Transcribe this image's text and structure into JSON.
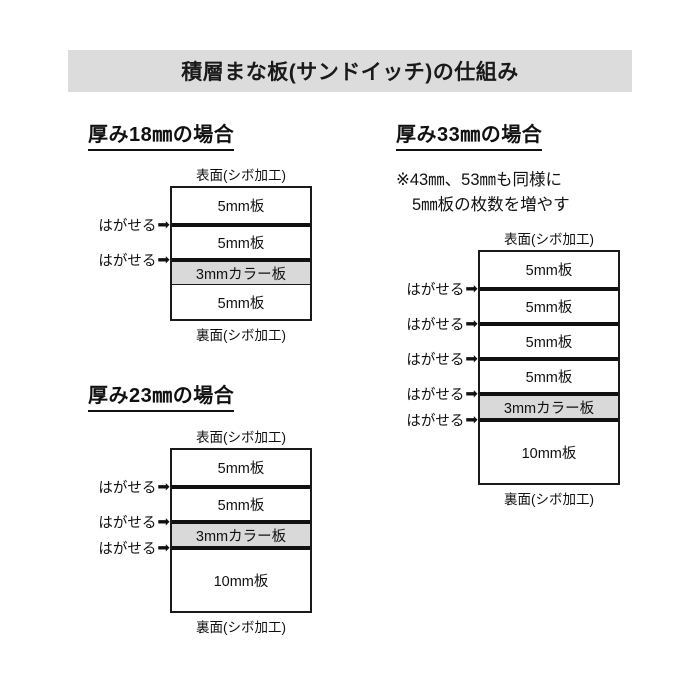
{
  "title": "積層まな板(サンドイッチ)の仕組み",
  "labels": {
    "front_face": "表面(シボ加工)",
    "back_face": "裏面(シボ加工)",
    "peel": "はがせる",
    "arrow_glyph": "➡"
  },
  "sections": [
    {
      "id": "thickness-18",
      "heading": "厚み18㎜の場合",
      "top_label": "表面(シボ加工)",
      "bottom_label": "裏面(シボ加工)",
      "layers": [
        {
          "label": "5mm板",
          "type": "plain",
          "peelable": false
        },
        {
          "label": "5mm板",
          "type": "plain",
          "peelable": true
        },
        {
          "label": "3mmカラー板",
          "type": "color",
          "peelable": true
        },
        {
          "label": "5mm板",
          "type": "plain",
          "peelable": false
        }
      ]
    },
    {
      "id": "thickness-23",
      "heading": "厚み23㎜の場合",
      "top_label": "表面(シボ加工)",
      "bottom_label": "裏面(シボ加工)",
      "layers": [
        {
          "label": "5mm板",
          "type": "plain",
          "peelable": false
        },
        {
          "label": "5mm板",
          "type": "plain",
          "peelable": true
        },
        {
          "label": "3mmカラー板",
          "type": "color",
          "peelable": true
        },
        {
          "label": "10mm板",
          "type": "plain",
          "peelable": true
        }
      ]
    },
    {
      "id": "thickness-33",
      "heading": "厚み33㎜の場合",
      "note_line1": "※43㎜、53㎜も同様に",
      "note_line2": "5㎜板の枚数を増やす",
      "top_label": "表面(シボ加工)",
      "bottom_label": "裏面(シボ加工)",
      "layers": [
        {
          "label": "5mm板",
          "type": "plain",
          "peelable": false
        },
        {
          "label": "5mm板",
          "type": "plain",
          "peelable": true
        },
        {
          "label": "5mm板",
          "type": "plain",
          "peelable": true
        },
        {
          "label": "5mm板",
          "type": "plain",
          "peelable": true
        },
        {
          "label": "3mmカラー板",
          "type": "color",
          "peelable": true
        },
        {
          "label": "10mm板",
          "type": "plain",
          "peelable": true
        }
      ]
    }
  ],
  "colors": {
    "title_bg": "#dcdcdc",
    "color_board_bg": "#d9d9d9",
    "line": "#1a1a1a",
    "page_bg": "#ffffff"
  }
}
